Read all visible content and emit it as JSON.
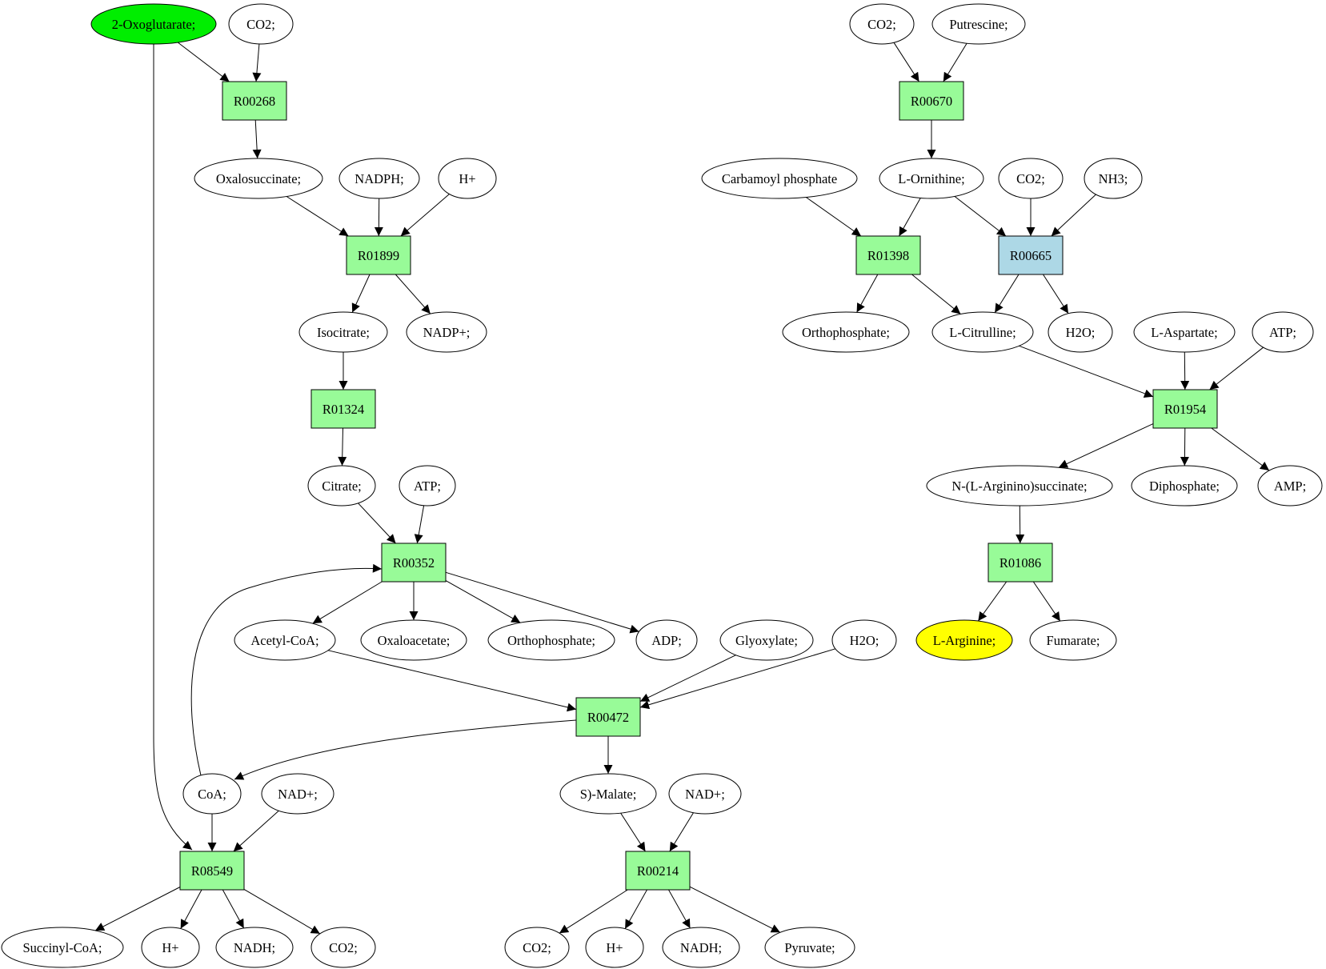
{
  "colors": {
    "default_fill": "#ffffff",
    "reaction_fill": "#98fb98",
    "highlight_reaction_fill": "#add8e6",
    "source_fill": "#00ee00",
    "target_fill": "#ffff00",
    "line": "#000000"
  },
  "nodes": [
    {
      "id": "c_oxoglut",
      "label": "2-Oxoglutarate;",
      "kind": "compound",
      "role": "source"
    },
    {
      "id": "c_co2_a",
      "label": "CO2;",
      "kind": "compound"
    },
    {
      "id": "r00268",
      "label": "R00268",
      "kind": "reaction"
    },
    {
      "id": "c_oxalosucc",
      "label": "Oxalosuccinate;",
      "kind": "compound"
    },
    {
      "id": "c_nadph",
      "label": "NADPH;",
      "kind": "compound"
    },
    {
      "id": "c_h_a",
      "label": "H+",
      "kind": "compound"
    },
    {
      "id": "r01899",
      "label": "R01899",
      "kind": "reaction"
    },
    {
      "id": "c_isocit",
      "label": "Isocitrate;",
      "kind": "compound"
    },
    {
      "id": "c_nadp",
      "label": "NADP+;",
      "kind": "compound"
    },
    {
      "id": "r01324",
      "label": "R01324",
      "kind": "reaction"
    },
    {
      "id": "c_citrate",
      "label": "Citrate;",
      "kind": "compound"
    },
    {
      "id": "c_atp_a",
      "label": "ATP;",
      "kind": "compound"
    },
    {
      "id": "r00352",
      "label": "R00352",
      "kind": "reaction"
    },
    {
      "id": "c_acetylcoa",
      "label": "Acetyl-CoA;",
      "kind": "compound"
    },
    {
      "id": "c_oxaloacet",
      "label": "Oxaloacetate;",
      "kind": "compound"
    },
    {
      "id": "c_orthop_a",
      "label": "Orthophosphate;",
      "kind": "compound"
    },
    {
      "id": "c_adp",
      "label": "ADP;",
      "kind": "compound"
    },
    {
      "id": "c_glyox",
      "label": "Glyoxylate;",
      "kind": "compound"
    },
    {
      "id": "c_h2o_a",
      "label": "H2O;",
      "kind": "compound"
    },
    {
      "id": "r00472",
      "label": "R00472",
      "kind": "reaction"
    },
    {
      "id": "c_coa",
      "label": "CoA;",
      "kind": "compound"
    },
    {
      "id": "c_nad_a",
      "label": "NAD+;",
      "kind": "compound"
    },
    {
      "id": "c_smalate",
      "label": "S)-Malate;",
      "kind": "compound"
    },
    {
      "id": "c_nad_b",
      "label": "NAD+;",
      "kind": "compound"
    },
    {
      "id": "r08549",
      "label": "R08549",
      "kind": "reaction"
    },
    {
      "id": "r00214",
      "label": "R00214",
      "kind": "reaction"
    },
    {
      "id": "c_succoa",
      "label": "Succinyl-CoA;",
      "kind": "compound"
    },
    {
      "id": "c_h_b",
      "label": "H+",
      "kind": "compound"
    },
    {
      "id": "c_nadh_a",
      "label": "NADH;",
      "kind": "compound"
    },
    {
      "id": "c_co2_b",
      "label": "CO2;",
      "kind": "compound"
    },
    {
      "id": "c_co2_c",
      "label": "CO2;",
      "kind": "compound"
    },
    {
      "id": "c_h_c",
      "label": "H+",
      "kind": "compound"
    },
    {
      "id": "c_nadh_b",
      "label": "NADH;",
      "kind": "compound"
    },
    {
      "id": "c_pyruv",
      "label": "Pyruvate;",
      "kind": "compound"
    },
    {
      "id": "c_co2_d",
      "label": "CO2;",
      "kind": "compound"
    },
    {
      "id": "c_putresc",
      "label": "Putrescine;",
      "kind": "compound"
    },
    {
      "id": "r00670",
      "label": "R00670",
      "kind": "reaction"
    },
    {
      "id": "c_carbp",
      "label": "Carbamoyl phosphate",
      "kind": "compound"
    },
    {
      "id": "c_ornith",
      "label": "L-Ornithine;",
      "kind": "compound"
    },
    {
      "id": "c_co2_e",
      "label": "CO2;",
      "kind": "compound"
    },
    {
      "id": "c_nh3",
      "label": "NH3;",
      "kind": "compound"
    },
    {
      "id": "r01398",
      "label": "R01398",
      "kind": "reaction"
    },
    {
      "id": "r00665",
      "label": "R00665",
      "kind": "reaction",
      "role": "highlight"
    },
    {
      "id": "c_orthop_b",
      "label": "Orthophosphate;",
      "kind": "compound"
    },
    {
      "id": "c_citrull",
      "label": "L-Citrulline;",
      "kind": "compound"
    },
    {
      "id": "c_h2o_b",
      "label": "H2O;",
      "kind": "compound"
    },
    {
      "id": "c_asp",
      "label": "L-Aspartate;",
      "kind": "compound"
    },
    {
      "id": "c_atp_b",
      "label": "ATP;",
      "kind": "compound"
    },
    {
      "id": "r01954",
      "label": "R01954",
      "kind": "reaction"
    },
    {
      "id": "c_argsucc",
      "label": "N-(L-Arginino)succinate;",
      "kind": "compound"
    },
    {
      "id": "c_diphos",
      "label": "Diphosphate;",
      "kind": "compound"
    },
    {
      "id": "c_amp",
      "label": "AMP;",
      "kind": "compound"
    },
    {
      "id": "r01086",
      "label": "R01086",
      "kind": "reaction"
    },
    {
      "id": "c_arg",
      "label": "L-Arginine;",
      "kind": "compound",
      "role": "target"
    },
    {
      "id": "c_fumar",
      "label": "Fumarate;",
      "kind": "compound"
    }
  ],
  "edges": [
    [
      "c_oxoglut",
      "r00268"
    ],
    [
      "c_co2_a",
      "r00268"
    ],
    [
      "r00268",
      "c_oxalosucc"
    ],
    [
      "c_oxalosucc",
      "r01899"
    ],
    [
      "c_nadph",
      "r01899"
    ],
    [
      "c_h_a",
      "r01899"
    ],
    [
      "r01899",
      "c_isocit"
    ],
    [
      "r01899",
      "c_nadp"
    ],
    [
      "c_isocit",
      "r01324"
    ],
    [
      "r01324",
      "c_citrate"
    ],
    [
      "c_citrate",
      "r00352"
    ],
    [
      "c_atp_a",
      "r00352"
    ],
    [
      "c_coa",
      "r00352"
    ],
    [
      "r00352",
      "c_acetylcoa"
    ],
    [
      "r00352",
      "c_oxaloacet"
    ],
    [
      "r00352",
      "c_orthop_a"
    ],
    [
      "r00352",
      "c_adp"
    ],
    [
      "c_acetylcoa",
      "r00472"
    ],
    [
      "c_glyox",
      "r00472"
    ],
    [
      "c_h2o_a",
      "r00472"
    ],
    [
      "r00472",
      "c_coa"
    ],
    [
      "r00472",
      "c_smalate"
    ],
    [
      "c_oxoglut",
      "r08549"
    ],
    [
      "c_coa",
      "r08549"
    ],
    [
      "c_nad_a",
      "r08549"
    ],
    [
      "r08549",
      "c_succoa"
    ],
    [
      "r08549",
      "c_h_b"
    ],
    [
      "r08549",
      "c_nadh_a"
    ],
    [
      "r08549",
      "c_co2_b"
    ],
    [
      "c_smalate",
      "r00214"
    ],
    [
      "c_nad_b",
      "r00214"
    ],
    [
      "r00214",
      "c_co2_c"
    ],
    [
      "r00214",
      "c_h_c"
    ],
    [
      "r00214",
      "c_nadh_b"
    ],
    [
      "r00214",
      "c_pyruv"
    ],
    [
      "c_co2_d",
      "r00670"
    ],
    [
      "c_putresc",
      "r00670"
    ],
    [
      "r00670",
      "c_ornith"
    ],
    [
      "c_carbp",
      "r01398"
    ],
    [
      "c_ornith",
      "r01398"
    ],
    [
      "c_ornith",
      "r00665"
    ],
    [
      "c_co2_e",
      "r00665"
    ],
    [
      "c_nh3",
      "r00665"
    ],
    [
      "r01398",
      "c_orthop_b"
    ],
    [
      "r01398",
      "c_citrull"
    ],
    [
      "r00665",
      "c_citrull"
    ],
    [
      "r00665",
      "c_h2o_b"
    ],
    [
      "c_citrull",
      "r01954"
    ],
    [
      "c_asp",
      "r01954"
    ],
    [
      "c_atp_b",
      "r01954"
    ],
    [
      "r01954",
      "c_argsucc"
    ],
    [
      "r01954",
      "c_diphos"
    ],
    [
      "r01954",
      "c_amp"
    ],
    [
      "c_argsucc",
      "r01086"
    ],
    [
      "r01086",
      "c_arg"
    ],
    [
      "r01086",
      "c_fumar"
    ]
  ]
}
